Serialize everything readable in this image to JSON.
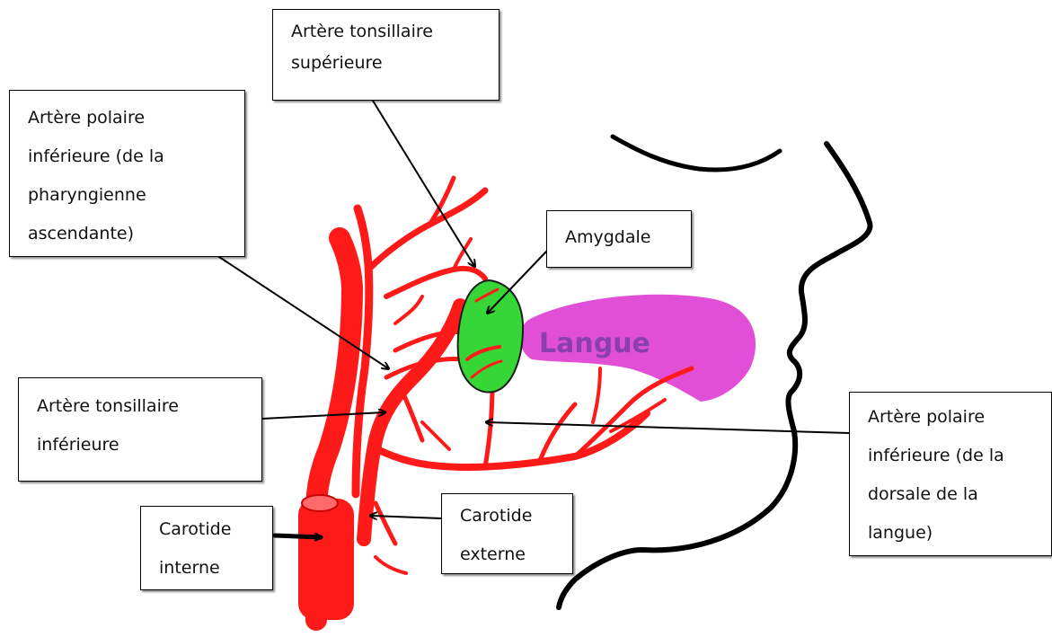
{
  "labels": {
    "tonsillaire_superieure": [
      "Artère tonsillaire",
      "supérieure"
    ],
    "polaire_pharyngienne": [
      "Artère polaire",
      "inférieure (de la",
      "pharyngienne",
      "ascendante)"
    ],
    "amygdale": [
      "Amygdale"
    ],
    "tonsillaire_inferieure": [
      "Artère tonsillaire",
      "inférieure"
    ],
    "polaire_dorsale": [
      "Artère polaire",
      "inférieure (de la",
      "dorsale de la",
      "langue)"
    ],
    "carotide_interne": [
      "Carotide",
      "interne"
    ],
    "carotide_externe": [
      "Carotide",
      "externe"
    ]
  },
  "tongue_label": "Langue",
  "colors": {
    "artery": "#ff1a1a",
    "tonsil": "#36d636",
    "tongue": "#e14fd6",
    "outline": "#000000"
  }
}
